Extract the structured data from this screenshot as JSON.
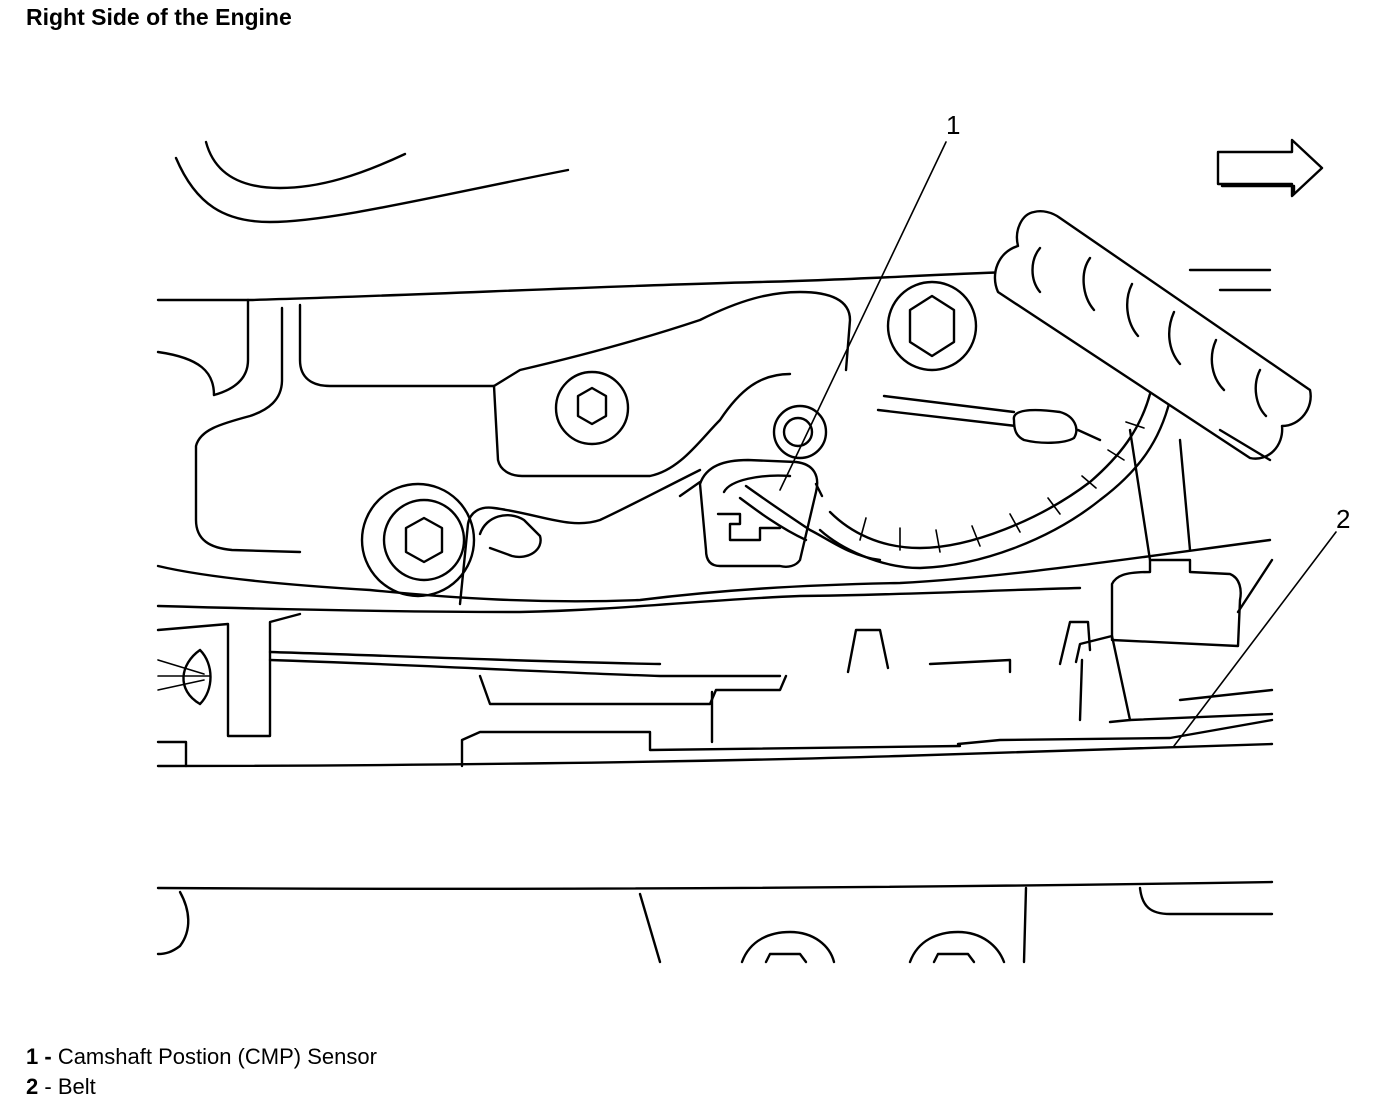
{
  "title": "Right Side of the Engine",
  "callouts": [
    {
      "number": "1",
      "label": "Camshaft Postion (CMP) Sensor"
    },
    {
      "number": "2",
      "label": "Belt"
    }
  ],
  "legend_separator": " - ",
  "icons": {
    "direction_arrow": "right-arrow-icon"
  }
}
